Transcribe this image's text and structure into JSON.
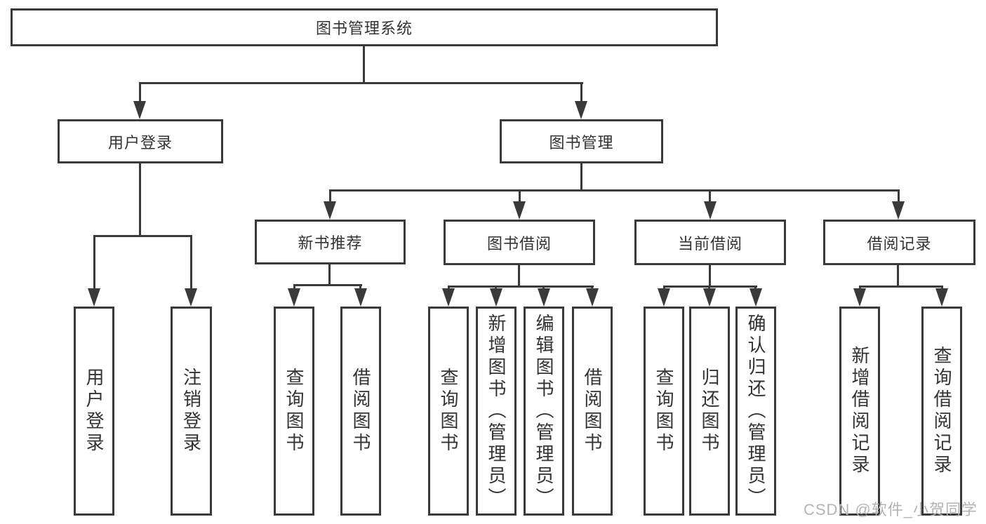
{
  "diagram": {
    "type": "hierarchy-tree",
    "root": {
      "label": "图书管理系统"
    },
    "level2": [
      {
        "id": "user-login",
        "label": "用户登录",
        "parent": "root"
      },
      {
        "id": "book-management",
        "label": "图书管理",
        "parent": "root"
      }
    ],
    "level3": [
      {
        "id": "new-book-recommend",
        "label": "新书推荐",
        "parent": "book-management"
      },
      {
        "id": "book-borrow",
        "label": "图书借阅",
        "parent": "book-management"
      },
      {
        "id": "current-borrow",
        "label": "当前借阅",
        "parent": "book-management"
      },
      {
        "id": "borrow-record",
        "label": "借阅记录",
        "parent": "book-management"
      }
    ],
    "leaves": {
      "user_login": [
        {
          "label": "用户登录"
        },
        {
          "label": "注销登录"
        }
      ],
      "new_book": [
        {
          "label": "查询图书"
        },
        {
          "label": "借阅图书"
        }
      ],
      "book_borrow": [
        {
          "label": "查询图书"
        },
        {
          "label": "新增图书（管理员）"
        },
        {
          "label": "编辑图书（管理员）"
        },
        {
          "label": "借阅图书"
        }
      ],
      "current_borrow": [
        {
          "label": "查询图书"
        },
        {
          "label": "归还图书"
        },
        {
          "label": "确认归还（管理员）"
        }
      ],
      "borrow_record": [
        {
          "label": "新增借阅记录"
        },
        {
          "label": "查询借阅记录"
        }
      ]
    }
  },
  "watermark": {
    "text": "CSDN @软件_小贺同学"
  },
  "colors": {
    "line": "#3a3a3a",
    "text": "#333333",
    "watermark": "#b4b4b4",
    "background": "#ffffff"
  }
}
